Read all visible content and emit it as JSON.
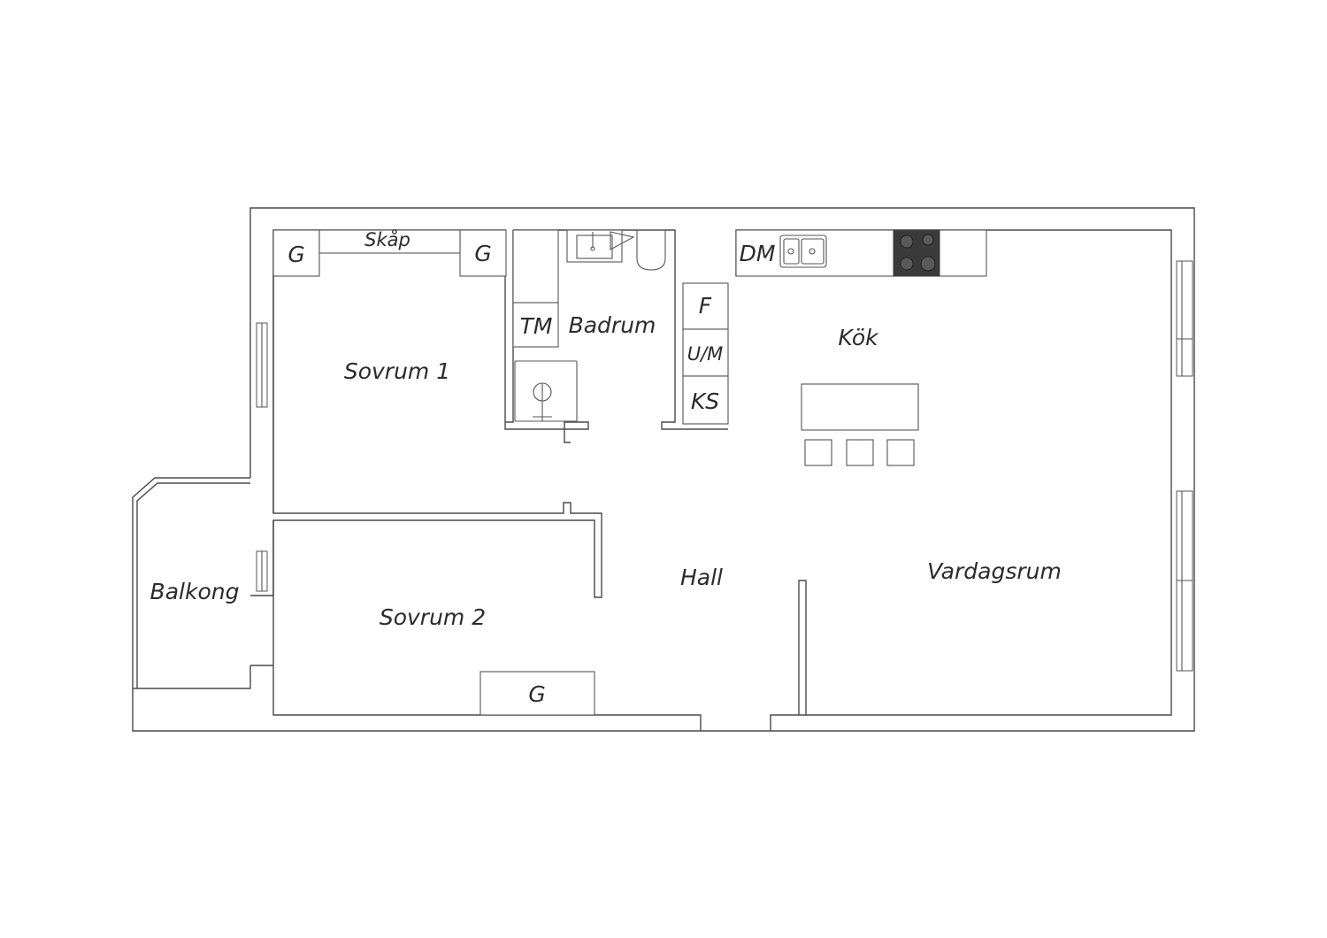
{
  "rooms": {
    "sovrum1": "Sovrum 1",
    "sovrum2": "Sovrum 2",
    "badrum": "Badrum",
    "kok": "Kök",
    "hall": "Hall",
    "vardagsrum": "Vardagsrum",
    "balkong": "Balkong"
  },
  "fixtures": {
    "skap": "Skåp",
    "garderob": "G",
    "tm": "TM",
    "dm": "DM",
    "f": "F",
    "um": "U/M",
    "ks": "KS"
  },
  "colors": {
    "line": "#4a4a4a",
    "hob": "#3a3a3a"
  }
}
